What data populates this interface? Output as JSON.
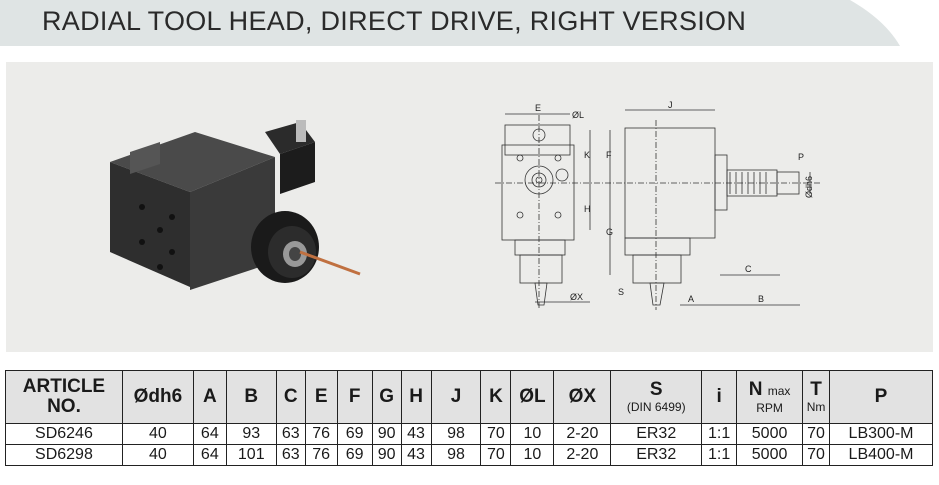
{
  "title": "RADIAL TOOL HEAD, DIRECT DRIVE, RIGHT VERSION",
  "drawing_labels": {
    "E": "E",
    "OL": "ØL",
    "J": "J",
    "K": "K",
    "F": "F",
    "H": "H",
    "G": "G",
    "P": "P",
    "Odh6": "Ødh6",
    "C": "C",
    "S": "S",
    "A": "A",
    "B": "B",
    "OX": "ØX"
  },
  "table": {
    "headers": {
      "article": "ARTICLE NO.",
      "odh6": "Ødh6",
      "a": "A",
      "b": "B",
      "c": "C",
      "e": "E",
      "f": "F",
      "g": "G",
      "h": "H",
      "j": "J",
      "k": "K",
      "ol": "ØL",
      "ox": "ØX",
      "s": "S",
      "s_sub": "(DIN 6499)",
      "i": "i",
      "n": "N",
      "n_sup": "max",
      "n_sub": "RPM",
      "t": "T",
      "t_sub": "Nm",
      "p": "P"
    },
    "rows": [
      {
        "article": "SD6246",
        "odh6": "40",
        "a": "64",
        "b": "93",
        "c": "63",
        "e": "76",
        "f": "69",
        "g": "90",
        "h": "43",
        "j": "98",
        "k": "70",
        "ol": "10",
        "ox": "2-20",
        "s": "ER32",
        "i": "1:1",
        "n": "5000",
        "t": "70",
        "p": "LB300-M"
      },
      {
        "article": "SD6298",
        "odh6": "40",
        "a": "64",
        "b": "101",
        "c": "63",
        "e": "76",
        "f": "69",
        "g": "90",
        "h": "43",
        "j": "98",
        "k": "70",
        "ol": "10",
        "ox": "2-20",
        "s": "ER32",
        "i": "1:1",
        "n": "5000",
        "t": "70",
        "p": "LB400-M"
      }
    ]
  }
}
